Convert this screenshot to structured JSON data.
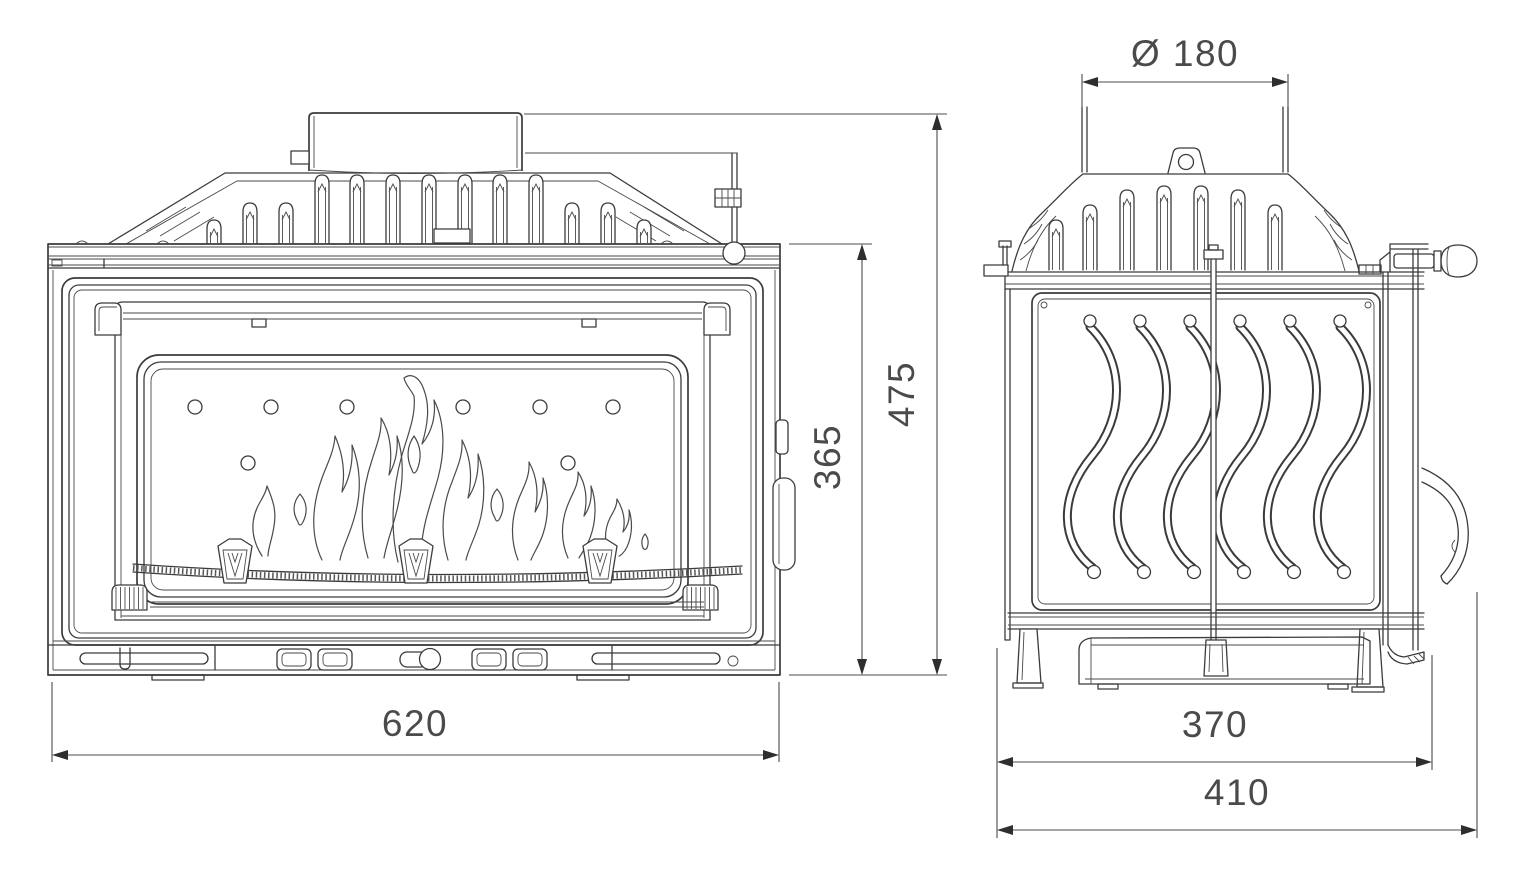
{
  "drawing": {
    "subject": "fireplace-insert-technical-drawing",
    "background": "#ffffff",
    "line_color": "#3b3b3b",
    "dimension_color": "#4a4a4a",
    "views": {
      "front": {
        "dims": {
          "width": {
            "label": "620"
          },
          "door_height": {
            "label": "365"
          },
          "total_height": {
            "label": "475"
          }
        }
      },
      "side": {
        "dims": {
          "flue_diameter": {
            "label": "Ø 180"
          },
          "body_depth": {
            "label": "370"
          },
          "total_depth": {
            "label": "410"
          }
        }
      }
    }
  }
}
